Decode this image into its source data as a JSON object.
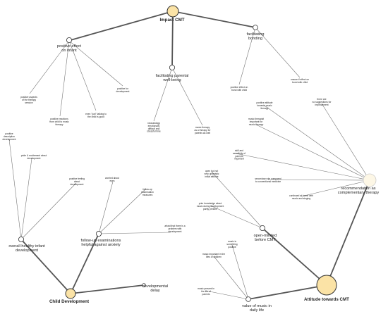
{
  "nodes": [
    {
      "id": "impact",
      "kind": "hub",
      "lines": [
        "Impact CMT"
      ]
    },
    {
      "id": "child-dev",
      "kind": "hub",
      "lines": [
        "Child Development"
      ]
    },
    {
      "id": "attitude",
      "kind": "hub",
      "lines": [
        "Attitude towards CMT"
      ]
    },
    {
      "id": "pos-effect",
      "kind": "mid",
      "lines": [
        "positive effect",
        "on infant"
      ]
    },
    {
      "id": "fac-parental",
      "kind": "mid",
      "lines": [
        "facilitating parental",
        "well-being"
      ]
    },
    {
      "id": "fac-bonding",
      "kind": "mid",
      "lines": [
        "facilitating",
        "bonding"
      ]
    },
    {
      "id": "overall-healthy",
      "kind": "mid",
      "lines": [
        "overall healthy infant",
        "development"
      ]
    },
    {
      "id": "follow-up",
      "kind": "mid",
      "lines": [
        "follow-up examinations",
        "helpful against anxiety"
      ]
    },
    {
      "id": "dev-delay",
      "kind": "mid",
      "lines": [
        "developmental",
        "delay"
      ]
    },
    {
      "id": "recommendation",
      "kind": "mid",
      "lines": [
        "recommendation as",
        "complementary therapy"
      ]
    },
    {
      "id": "open-minded",
      "kind": "mid",
      "lines": [
        "open-minded",
        "before CMT"
      ]
    },
    {
      "id": "value-music",
      "kind": "mid",
      "lines": [
        "value of music in",
        "daily life"
      ]
    },
    {
      "id": "l-aspects",
      "kind": "leaf",
      "lines": [
        "positive aspects",
        "of the therapy",
        "session"
      ]
    },
    {
      "id": "l-reactions",
      "kind": "leaf",
      "lines": [
        "positive reactions",
        "from child to music",
        "therapy"
      ]
    },
    {
      "id": "l-just-talking",
      "kind": "leaf",
      "lines": [
        "even \"just\" talking to",
        "the child is good"
      ]
    },
    {
      "id": "l-for-dev",
      "kind": "leaf",
      "lines": [
        "positive for",
        "development"
      ]
    },
    {
      "id": "l-neonatology",
      "kind": "leaf",
      "lines": [
        "neonatology",
        "emotionally",
        "difficult and",
        "stressful time"
      ]
    },
    {
      "id": "l-mt-parents",
      "kind": "leaf",
      "lines": [
        "music therapy",
        "as a therapy for",
        "parents as well"
      ]
    },
    {
      "id": "l-effect-bond",
      "kind": "leaf",
      "lines": [
        "positive effect on",
        "bond with child"
      ]
    },
    {
      "id": "l-unsure",
      "kind": "leaf",
      "lines": [
        "unsure if effect on",
        "bond with child"
      ]
    },
    {
      "id": "l-pos-desc",
      "kind": "leaf",
      "lines": [
        "positive",
        "description",
        "development"
      ]
    },
    {
      "id": "l-pride",
      "kind": "leaf",
      "lines": [
        "pride & excitement about",
        "development"
      ]
    },
    {
      "id": "l-pos-feeling",
      "kind": "leaf",
      "lines": [
        "positive feeling",
        "about",
        "development"
      ]
    },
    {
      "id": "l-worried",
      "kind": "leaf",
      "lines": [
        "worried about",
        "eyes"
      ]
    },
    {
      "id": "l-fu-measures",
      "kind": "leaf",
      "lines": [
        "follow-up",
        "examination",
        "measures"
      ]
    },
    {
      "id": "l-afraid",
      "kind": "leaf",
      "lines": [
        "afraid that there is a",
        "problem with",
        "development"
      ]
    },
    {
      "id": "l-pos-attitude",
      "kind": "leaf",
      "lines": [
        "positive attitude",
        "towards music",
        "therapy"
      ]
    },
    {
      "id": "l-no-suggest",
      "kind": "leaf",
      "lines": [
        "there are",
        "no suggestions for",
        "improvement"
      ]
    },
    {
      "id": "l-therapist",
      "kind": "leaf",
      "lines": [
        "music therapist",
        "important for",
        "music therapy"
      ]
    },
    {
      "id": "l-skill",
      "kind": "leaf",
      "lines": [
        "skill and",
        "sensitivity of",
        "parents",
        "important"
      ]
    },
    {
      "id": "l-secondary",
      "kind": "leaf",
      "lines": [
        "secondary role compared",
        "to conventional medicine"
      ]
    },
    {
      "id": "l-continued",
      "kind": "leaf",
      "lines": [
        "continued at home with",
        "music and singing"
      ]
    },
    {
      "id": "l-open-but",
      "kind": "leaf",
      "lines": [
        "open but not",
        "very optimistic",
        "initial attitude"
      ]
    },
    {
      "id": "l-prior",
      "kind": "leaf",
      "lines": [
        "prior knowledge about",
        "music during development",
        "partly present"
      ]
    },
    {
      "id": "l-music-children",
      "kind": "leaf",
      "lines": [
        "music important in the",
        "lifes of children"
      ]
    },
    {
      "id": "l-music-positive",
      "kind": "leaf",
      "lines": [
        "music is",
        "something",
        "positive"
      ]
    },
    {
      "id": "l-music-parents",
      "kind": "leaf",
      "lines": [
        "music present in",
        "the life of",
        "parents"
      ]
    }
  ]
}
